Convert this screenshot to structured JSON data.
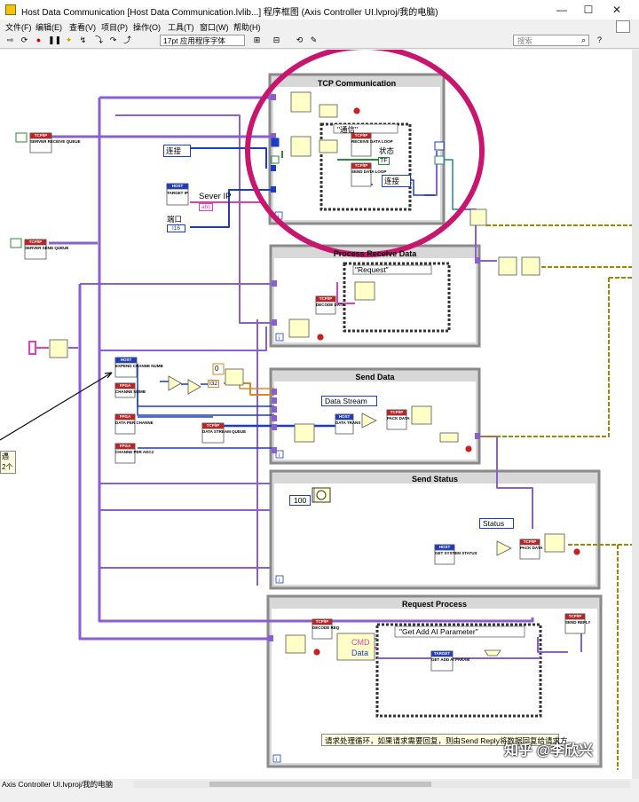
{
  "window": {
    "title": "Host Data Communication [Host Data Communication.lvlib...] 程序框图 (Axis Controller UI.lvproj/我的电脑)",
    "buttons": {
      "minimize": "—",
      "maximize": "☐",
      "close": "✕"
    }
  },
  "menu": [
    "文件(F)",
    "编辑(E)",
    "查看(V)",
    "项目(P)",
    "操作(O)",
    "工具(T)",
    "窗口(W)",
    "帮助(H)"
  ],
  "toolbar": {
    "font": "17pt 应用程序字体",
    "search_placeholder": "搜索"
  },
  "status": {
    "project": "Axis Controller UI.lvproj/我的电脑"
  },
  "sections": {
    "tcp": {
      "title": "TCP Communication",
      "enum": "\"通信\"",
      "state_label": "状态",
      "connect1": "连接",
      "connect2": "连接"
    },
    "receive": {
      "title": "Process Receive Data",
      "enum": "\"Request\""
    },
    "send": {
      "title": "Send Data",
      "enum": "Data Stream"
    },
    "status": {
      "title": "Send Status",
      "const": "100",
      "enum": "Status"
    },
    "request": {
      "title": "Request Process",
      "enum": "\"Get Add AI Parameter\"",
      "cmd": "CMD",
      "data": "Data"
    }
  },
  "labels": {
    "server_ip": "Sever IP",
    "port": "端口",
    "connect_outer": "连接",
    "zero": "0",
    "i32": "I32",
    "annotation": "请求处理循环，如果请求需要回复，则由Send Reply将数据回复给请求方",
    "loose1": "遇",
    "loose2": "2个",
    "watermark": "知乎 @李欣兴"
  },
  "blocks": {
    "tcpip": "TCP/IP",
    "host": "HOST",
    "fpga": "FPGA",
    "target": "TARGET",
    "receive_queue": "SERVER RECEIVE QUEUE",
    "send_queue": "SERVER SEND QUEUE",
    "target_ip": "TARGET IP",
    "receive_loop": "RECEIVE DATA LOOP",
    "send_loop": "SEND DATA LOOP",
    "decode_data": "DECODE DATA",
    "pack_data": "PACK DATA",
    "decode_req": "DECODE REQ",
    "send_reply": "SEND REPLY",
    "expend_channel_numb": "EXPEND CHANNE NUMB",
    "channel_numb": "CHANNE NUMB",
    "data_per_channel": "DATA PER CHANNE",
    "channel_per_adc": "CHANNE PER ADC2",
    "data_stream_queue": "DATA STREAM QUEUE",
    "data_trans": "DATA TRANS",
    "get_system_status": "GET SYSTEM STATUS",
    "get_add_ai_param": "GET ADD AI PARAM",
    "tf": "TF",
    "i16": "I16",
    "abc": "abc"
  },
  "colors": {
    "wire_purple": "#8a5fd0",
    "wire_pink": "#e040b0",
    "wire_blue": "#1a3cc8",
    "wire_orange": "#d88a20",
    "wire_olive": "#9a8a00",
    "wire_green": "#2a8a3a",
    "wire_teal": "#1a8a8a",
    "frame_gray": "#8a8a8a",
    "circle": "#c8156e",
    "tcp_red": "#c82020"
  }
}
